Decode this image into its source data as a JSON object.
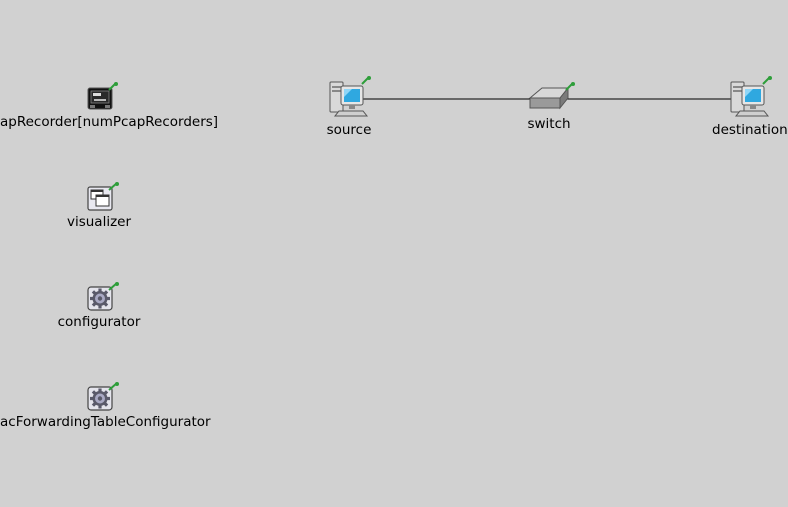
{
  "network": {
    "nodes": {
      "pcap_recorder": {
        "label": "apRecorder[numPcapRecorders]",
        "icon": "pcap-recorder-icon"
      },
      "visualizer": {
        "label": "visualizer",
        "icon": "visualizer-icon"
      },
      "configurator": {
        "label": "configurator",
        "icon": "configurator-gear-icon"
      },
      "mac_forwarding": {
        "label": "acForwardingTableConfigurator",
        "icon": "configurator-gear-icon"
      },
      "source": {
        "label": "source",
        "icon": "host-computer-icon"
      },
      "switch": {
        "label": "switch",
        "icon": "ethernet-switch-icon"
      },
      "destination": {
        "label": "destination",
        "icon": "host-computer-icon"
      }
    },
    "connections": [
      {
        "from": "source",
        "to": "switch"
      },
      {
        "from": "switch",
        "to": "destination"
      }
    ]
  },
  "colors": {
    "canvas_background": "#d1d1d1",
    "wire": "#000000",
    "pin": "#2e9e3a",
    "monitor_screen": "#2fa8e0"
  }
}
